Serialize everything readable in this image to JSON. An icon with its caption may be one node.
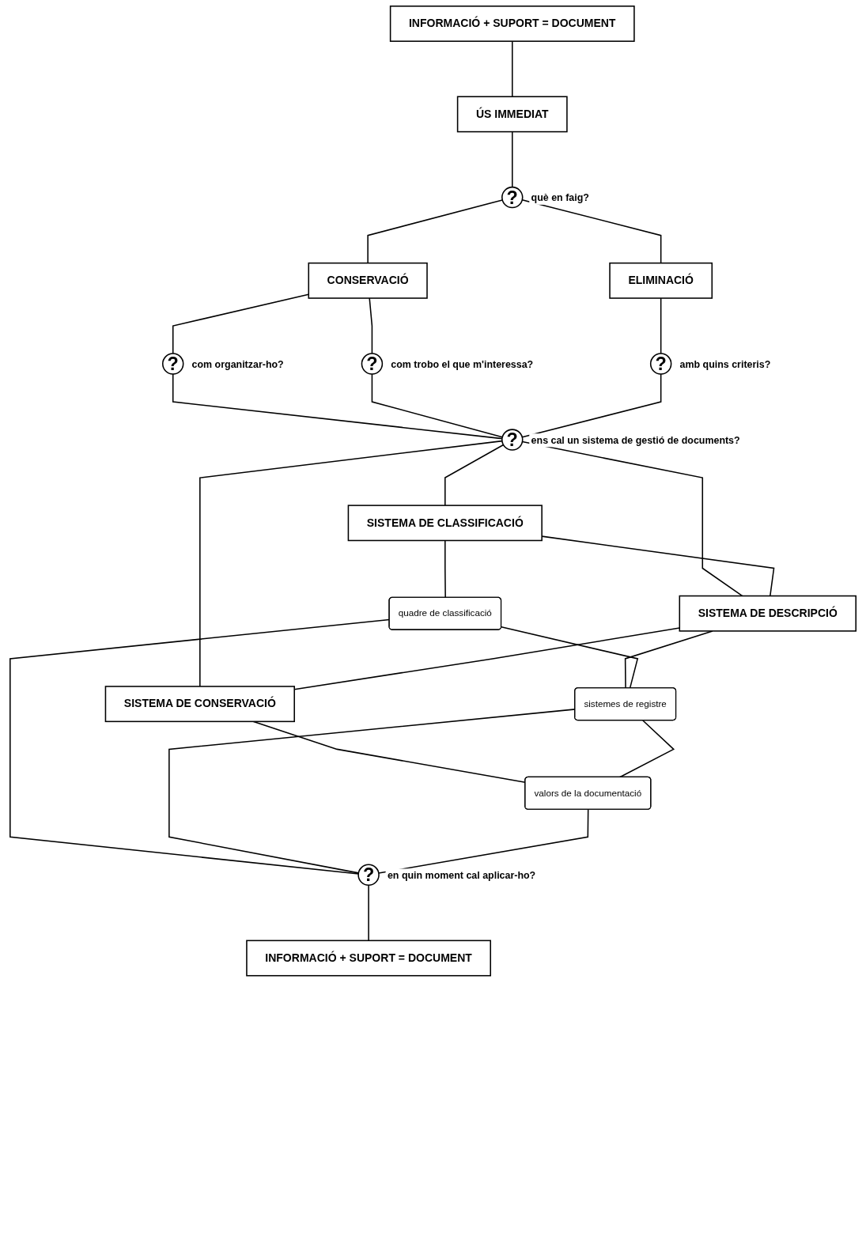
{
  "diagram": {
    "nodes": [
      {
        "text": [
          "INFORMACIÓ + SUPORT = DOCUMENT"
        ]
      },
      {
        "text": [
          "ÚS IMMEDIAT"
        ]
      },
      {
        "text": [
          "?"
        ],
        "beside": [
          "què en faig?"
        ]
      },
      {
        "text": [
          "CONSERVACIÓ"
        ]
      },
      {
        "text": [
          "ELIMINACIÓ"
        ]
      },
      {
        "text": [
          "?"
        ],
        "beside": [
          "com organitzar-ho?"
        ]
      },
      {
        "text": [
          "?"
        ],
        "beside": [
          "com trobo el que m'interessa?"
        ]
      },
      {
        "text": [
          "?"
        ],
        "beside": [
          "amb quins criteris?"
        ]
      },
      {
        "text": [
          "?"
        ],
        "beside": [
          "ens cal un sistema de gestió de documents?"
        ]
      },
      {
        "text": [
          "SISTEMA DE CLASSIFICACIÓ"
        ]
      },
      {
        "text": [
          "SISTEMA DE DESCRIPCIÓ"
        ]
      },
      {
        "text": [
          "SISTEMA DE CONSERVACIÓ"
        ]
      },
      {
        "text": [
          "quadre de classificació"
        ]
      },
      {
        "text": [
          "sistemes de registre"
        ]
      },
      {
        "text": [
          "valors de la documentació"
        ]
      },
      {
        "text": [
          "?"
        ],
        "beside": [
          "en quin moment cal aplicar-ho?"
        ]
      },
      {
        "text": [
          "INFORMACIÓ + SUPORT = DOCUMENT"
        ]
      }
    ],
    "edges": [
      {
        "from": 0,
        "to": 1,
        "arrow": "none"
      },
      {
        "from": 1,
        "to": 2,
        "arrow": "none"
      },
      {
        "from": 2,
        "to": 3,
        "arrow": "none"
      },
      {
        "from": 2,
        "to": 4,
        "arrow": "none"
      },
      {
        "from": 3,
        "to": 5,
        "arrow": "none"
      },
      {
        "from": 3,
        "to": 6,
        "arrow": "none"
      },
      {
        "from": 4,
        "to": 7,
        "arrow": "none"
      },
      {
        "from": 5,
        "to": 8,
        "arrow": "none"
      },
      {
        "from": 6,
        "to": 8,
        "arrow": "none"
      },
      {
        "from": 7,
        "to": 8,
        "arrow": "none"
      },
      {
        "from": 8,
        "to": 9,
        "arrow": "none"
      },
      {
        "from": 8,
        "to": 10,
        "arrow": "none"
      },
      {
        "from": 8,
        "to": 11,
        "arrow": "none"
      },
      {
        "from": 9,
        "to": 10,
        "arrow": "none"
      },
      {
        "from": 10,
        "to": 11,
        "arrow": "none"
      },
      {
        "from": 9,
        "to": 12,
        "arrow": "none"
      },
      {
        "from": 10,
        "to": 13,
        "arrow": "none"
      },
      {
        "from": 11,
        "to": 14,
        "arrow": "none"
      },
      {
        "from": 12,
        "to": 13,
        "arrow": "none"
      },
      {
        "from": 13,
        "to": 14,
        "arrow": "none"
      },
      {
        "from": 12,
        "to": 15,
        "arrow": "none"
      },
      {
        "from": 13,
        "to": 15,
        "arrow": "none"
      },
      {
        "from": 14,
        "to": 15,
        "arrow": "none"
      },
      {
        "from": 15,
        "to": 16,
        "arrow": "none"
      }
    ]
  }
}
